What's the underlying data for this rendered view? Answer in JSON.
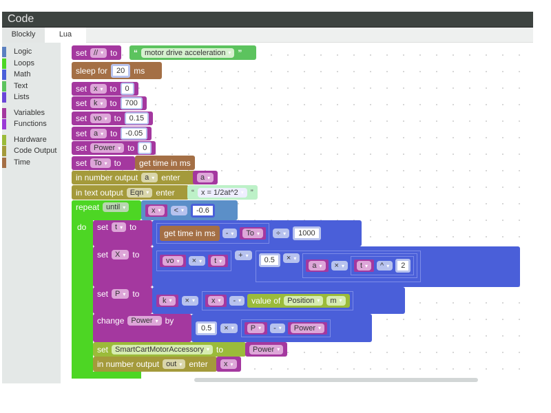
{
  "window": {
    "title": "Code"
  },
  "tabs": [
    {
      "label": "Blockly"
    },
    {
      "label": "Lua"
    }
  ],
  "sidebar": {
    "items": [
      {
        "label": "Logic",
        "color": "#5b80c0"
      },
      {
        "label": "Loops",
        "color": "#4dd624"
      },
      {
        "label": "Math",
        "color": "#4a5fd9"
      },
      {
        "label": "Text",
        "color": "#5cc35e"
      },
      {
        "label": "Lists",
        "color": "#6a45d8"
      },
      {
        "label": "Variables",
        "color": "#a4389f"
      },
      {
        "label": "Functions",
        "color": "#9a3ad6"
      },
      {
        "label": "Hardware",
        "color": "#9bbb3a"
      },
      {
        "label": "Code Output",
        "color": "#a49a3b"
      },
      {
        "label": "Time",
        "color": "#a46f45"
      }
    ]
  },
  "blocks": {
    "set": "set",
    "to": "to",
    "sleep_for": "sleep for",
    "ms": "ms",
    "get_time": "get time in ms",
    "in_number_output": "in number output",
    "in_text_output": "in text output",
    "enter": "enter",
    "repeat": "repeat",
    "until": "until",
    "do": "do",
    "change": "change",
    "by": "by",
    "value_of": "value of",
    "b1": {
      "var": "//",
      "text": "motor drive acceleration",
      "open_quote": "“",
      "close_quote": "”"
    },
    "b2": {
      "value": "20"
    },
    "b3": {
      "var": "x",
      "value": "0"
    },
    "b4": {
      "var": "k",
      "value": "700"
    },
    "b5": {
      "var": "vo",
      "value": "0.15"
    },
    "b6": {
      "var": "a",
      "value": "-0.05"
    },
    "b7": {
      "var": "Power",
      "value": "0"
    },
    "b8": {
      "var": "To"
    },
    "b9": {
      "output": "a",
      "var": "a"
    },
    "b10": {
      "output": "Eqn",
      "text": "x = 1/2at^2"
    },
    "loop": {
      "var": "x",
      "op": "<",
      "value": "-0.6"
    },
    "s1": {
      "var": "t",
      "op1": "-",
      "var2": "To",
      "op2": "÷",
      "value": "1000"
    },
    "s2": {
      "var": "X",
      "v1": "vo",
      "op1": "×",
      "v2": "t",
      "op2": "+",
      "c": "0.5",
      "op3": "×",
      "v3": "a",
      "op4": "×",
      "v4": "t",
      "op5": "^",
      "exp": "2"
    },
    "s3": {
      "var": "P",
      "v1": "k",
      "op1": "×",
      "v2": "x",
      "op2": "-",
      "sensor": "Position",
      "unit": "m"
    },
    "s4": {
      "var": "Power",
      "c": "0.5",
      "op1": "×",
      "v1": "P",
      "op2": "-",
      "v2": "Power"
    },
    "s5": {
      "device": "SmartCartMotorAccessory",
      "var": "Power"
    },
    "s6": {
      "output": "out",
      "var": "x"
    }
  }
}
